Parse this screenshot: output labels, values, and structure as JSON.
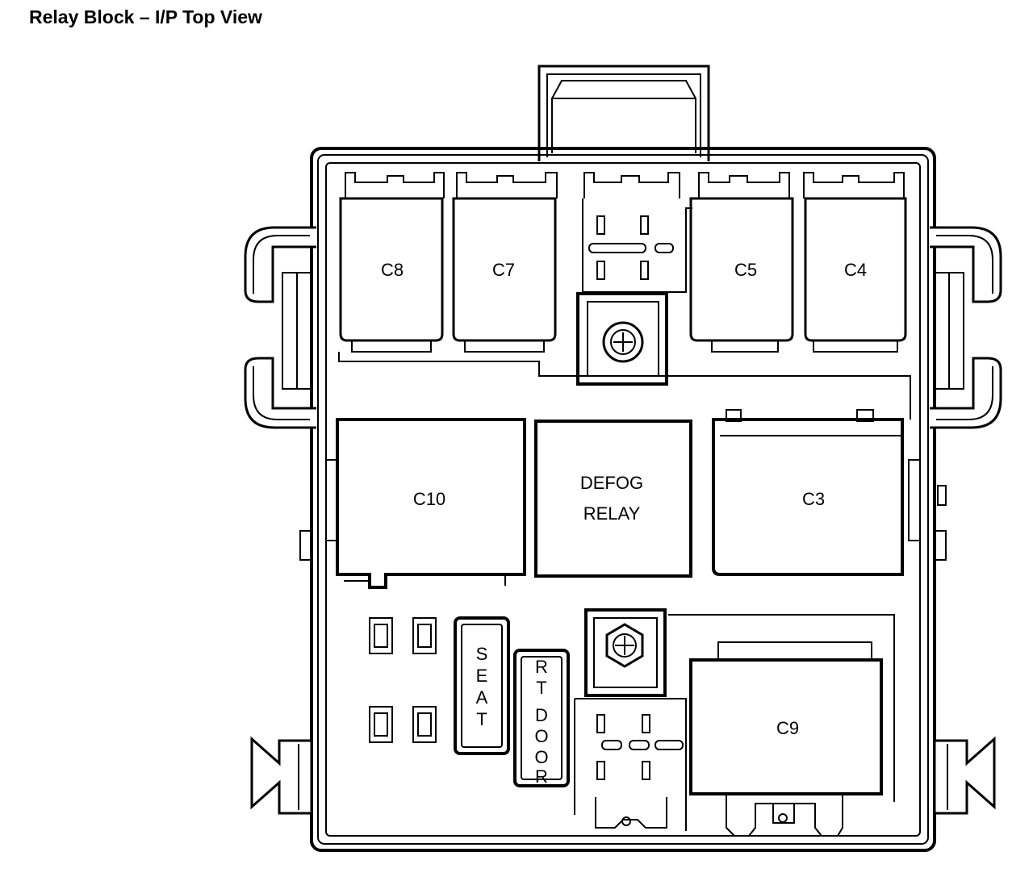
{
  "title": "Relay Block – I/P Top View",
  "labels": {
    "c8": "C8",
    "c7": "C7",
    "c5": "C5",
    "c4": "C4",
    "c10": "C10",
    "c3": "C3",
    "c9": "C9",
    "defog_line1": "DEFOG",
    "defog_line2": "RELAY",
    "seat": [
      "S",
      "E",
      "A",
      "T"
    ],
    "rt_door": [
      "R",
      "T",
      "D",
      "O",
      "O",
      "R"
    ]
  }
}
